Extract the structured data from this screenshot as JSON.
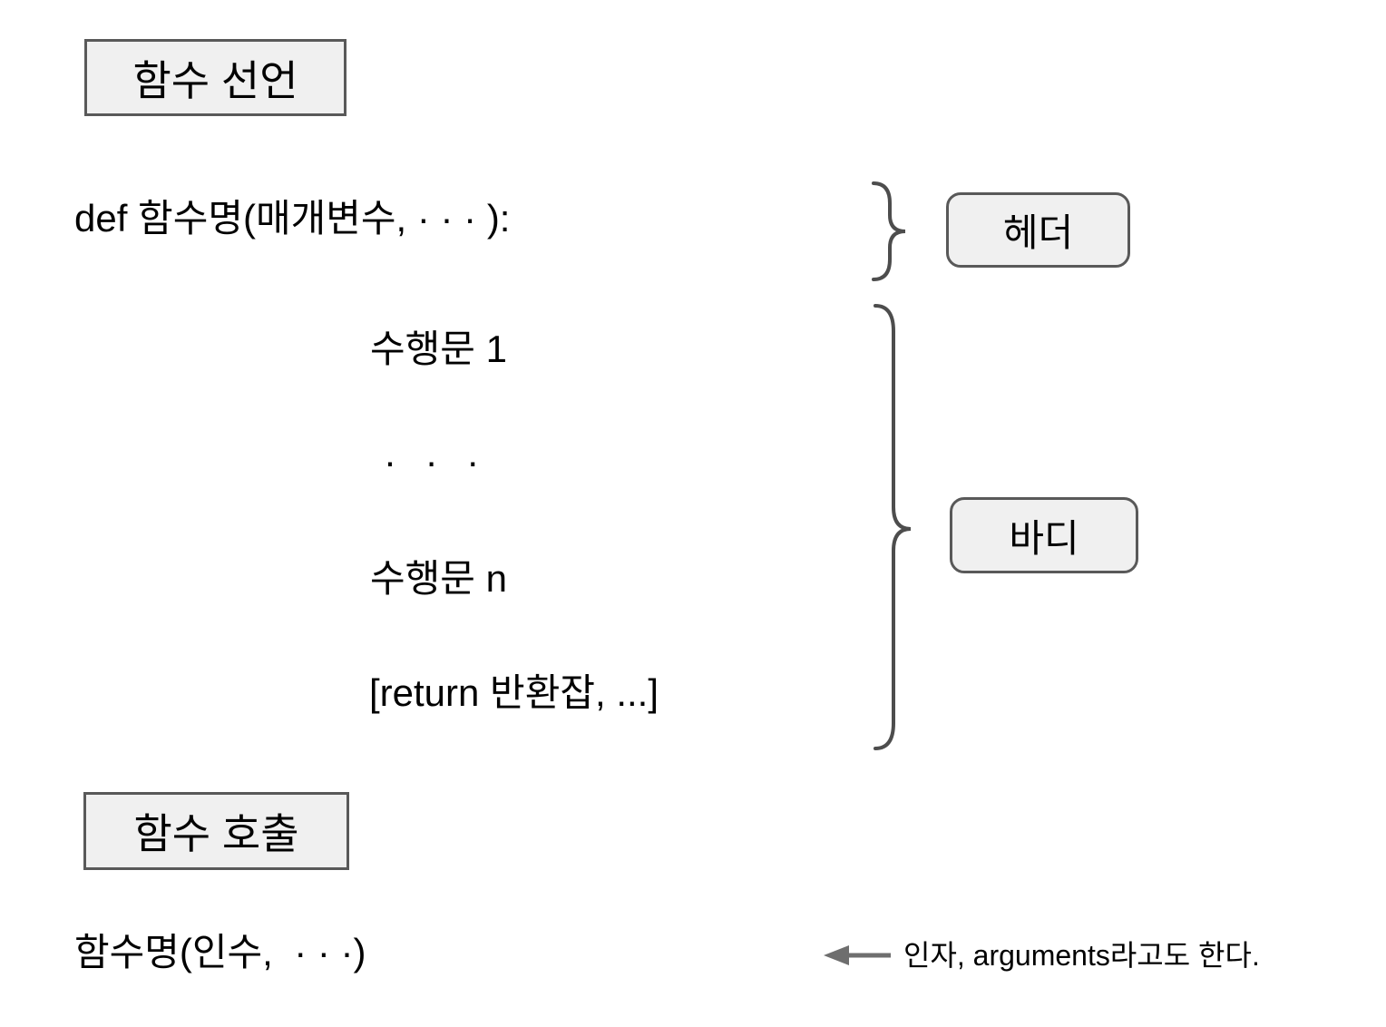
{
  "diagram": {
    "declaration": {
      "section_label": "함수 선언",
      "header_line": "def 함수명(매개변수, · · · ):",
      "header_tag": "헤더",
      "body_lines": [
        "수행문 1",
        "· · ·",
        "수행문 n",
        "[return 반환잡, ...]"
      ],
      "body_tag": "바디"
    },
    "call": {
      "section_label": "함수 호출",
      "call_line": "함수명(인수,  · · ·)",
      "argument_note": "인자, arguments라고도 한다."
    },
    "colors": {
      "box_fill": "#f0f0f0",
      "box_border": "#595959",
      "brace": "#4d4d4d",
      "arrow": "#6e6e6e",
      "text": "#000000",
      "background": "#ffffff"
    }
  }
}
